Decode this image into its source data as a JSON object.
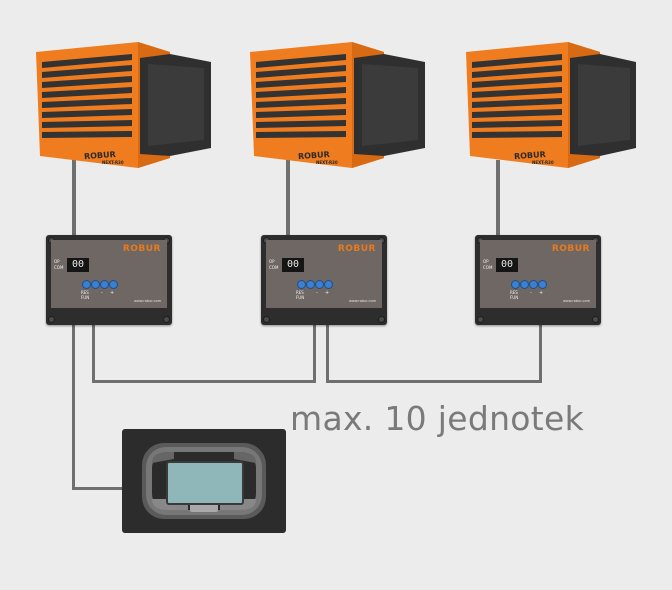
{
  "brand": "ROBUR",
  "heaters": [
    {
      "model": "NEXT-R30"
    },
    {
      "model": "NEXT-R30"
    },
    {
      "model": "NEXT-R30"
    }
  ],
  "panels": [
    {
      "logo": "ROBUR",
      "display": "00",
      "labels": [
        "OP",
        "COM"
      ],
      "button_labels": [
        "RES",
        "FUN"
      ],
      "url": "www.robur.com"
    },
    {
      "logo": "ROBUR",
      "display": "00",
      "labels": [
        "OP",
        "COM"
      ],
      "button_labels": [
        "RES",
        "FUN"
      ],
      "url": "www.robur.com"
    },
    {
      "logo": "ROBUR",
      "display": "00",
      "labels": [
        "OP",
        "COM"
      ],
      "button_labels": [
        "RES",
        "FUN"
      ],
      "url": "www.robur.com"
    }
  ],
  "caption": "max. 10 jednotek",
  "colors": {
    "heater_orange": "#ef7c1e",
    "panel_dark": "#2d2d2d",
    "panel_face": "#6e6763",
    "wire": "#6f6f6f",
    "screen": "#8fb6b9",
    "background": "#ececec"
  }
}
